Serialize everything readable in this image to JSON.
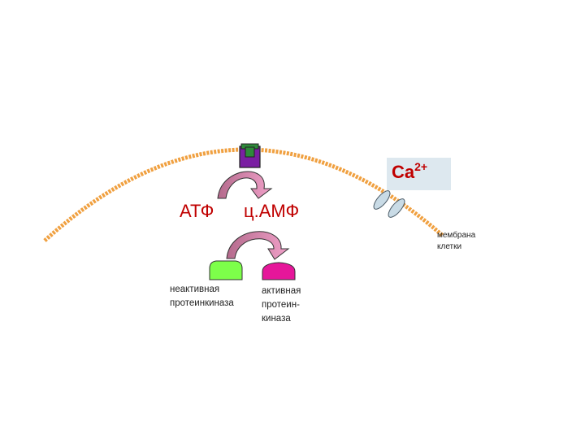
{
  "labels": {
    "atp": "АТФ",
    "camp": "ц.АМФ",
    "ca_base": "Ca",
    "ca_charge": "2+",
    "membrane_line1": "мембрана",
    "membrane_line2": "клетки",
    "inactive_line1": "неактивная",
    "inactive_line2": "протеинкиназа",
    "active_line1": "активная",
    "active_line2": "протеин-",
    "active_line3": "киназа"
  },
  "colors": {
    "membrane": "#f0a040",
    "receptor_outer": "#7a1fa2",
    "receptor_inner": "#2e8b3a",
    "arrow_start": "#b46a8c",
    "arrow_end": "#f0a0c8",
    "inactive_kinase": "#7dff4a",
    "active_kinase": "#e6169a",
    "text_red": "#c00000",
    "ca_box": "#dde8ef",
    "channel": "#c9dbe6"
  }
}
